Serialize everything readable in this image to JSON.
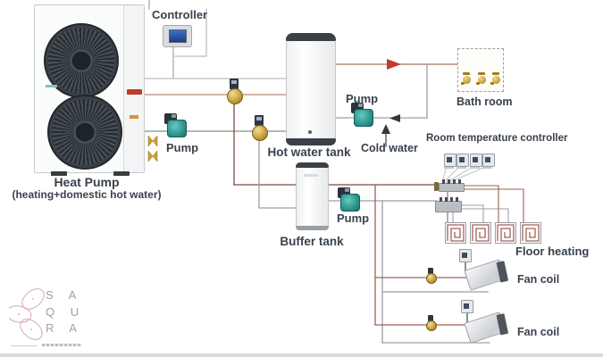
{
  "diagram": {
    "heat_pump": {
      "title": "Heat Pump",
      "subtitle": "(heating+domestic hot water)"
    },
    "controller": {
      "label": "Controller"
    },
    "pumps": {
      "heat_pump_loop": "Pump",
      "hot_water_recirculation": "Pump",
      "buffer_loop": "Pump"
    },
    "tanks": {
      "hot_water": "Hot water tank",
      "buffer": "Buffer tank"
    },
    "cold_water_label": "Cold water",
    "bath_room_label": "Bath room",
    "room_temperature_controller_label": "Room temperature controller",
    "floor_heating_label": "Floor heating",
    "fan_coil_upper_label": "Fan coil",
    "fan_coil_lower_label": "Fan coil"
  },
  "logo": {
    "line1": "S A",
    "line2": "Q U",
    "line3": "R A"
  },
  "colors": {
    "hot_supply_pipe": "#c59a90",
    "dark_red_pipe": "#7d4a42",
    "fan_coil_supply_pipe": "#a06258",
    "return_pipe": "#9aa0a5",
    "heating_return_pipe": "#93a79c",
    "arrow_red": "#c23b2e",
    "arrow_black": "#33383c",
    "pump_teal": "#2f9a91",
    "brass_gold": "#c8a23f",
    "label_text": "#39424d",
    "logo_pink": "#d9a8b0",
    "logo_gray": "#9aa1a8"
  }
}
